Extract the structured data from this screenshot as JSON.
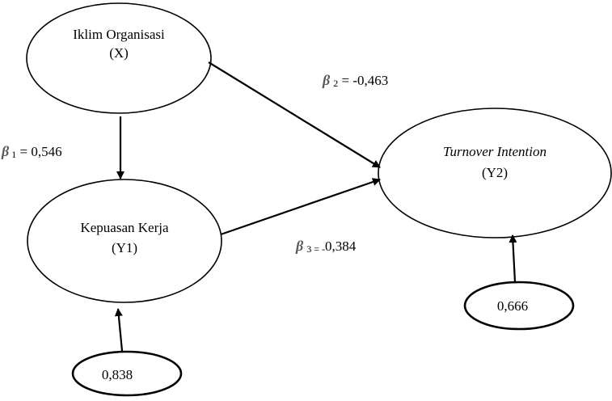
{
  "nodes": {
    "iklim": {
      "line1": "Iklim Organisasi",
      "line2": "(X)"
    },
    "kepuasan": {
      "line1": "Kepuasan Kerja",
      "line2": "(Y1)"
    },
    "turnover": {
      "line1": "Turnover Intention",
      "line2": "(Y2)"
    },
    "error_y1": {
      "value": "0,838"
    },
    "error_y2": {
      "value": "0,666"
    }
  },
  "paths": {
    "beta1": {
      "symbol": "β",
      "sub": "1",
      "text": " = 0,546"
    },
    "beta2": {
      "symbol": "β",
      "sub": "2",
      "text": " = -0,463"
    },
    "beta3": {
      "symbol": "β",
      "sub": "3 = -",
      "text": "0,384"
    }
  },
  "colors": {
    "stroke": "#000000",
    "beta_symbol": "#5a5a5a"
  }
}
